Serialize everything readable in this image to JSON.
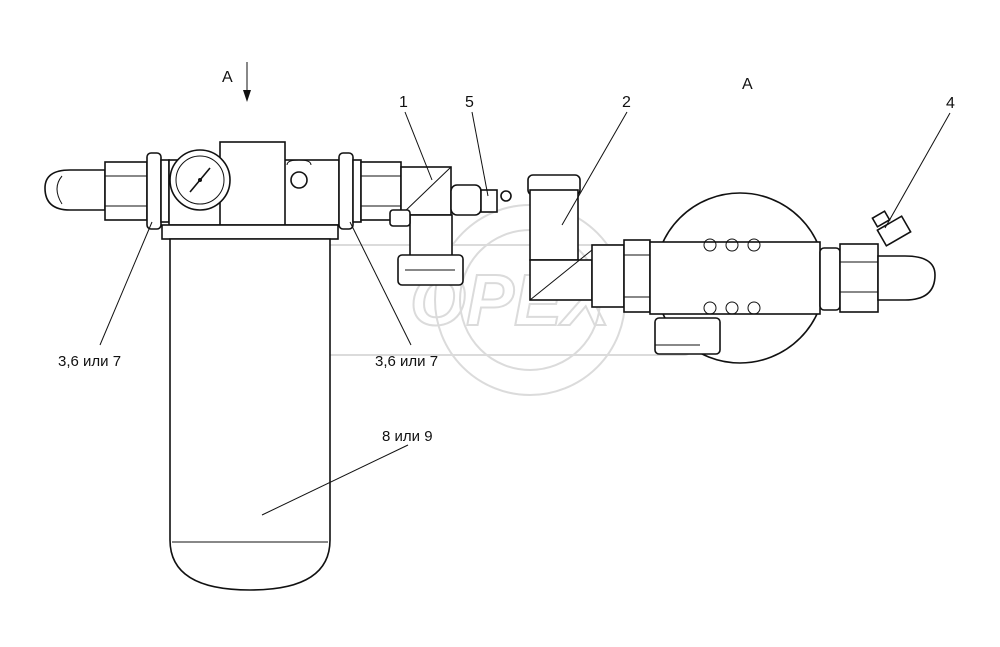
{
  "view_marker_left": "А",
  "view_marker_right": "А",
  "callouts": {
    "c1": "1",
    "c2": "2",
    "c4": "4",
    "c5": "5",
    "c36_left": "3,6 или 7",
    "c36_mid": "3,6 или 7",
    "c89": "8 или 9"
  },
  "watermark": "OPEX"
}
